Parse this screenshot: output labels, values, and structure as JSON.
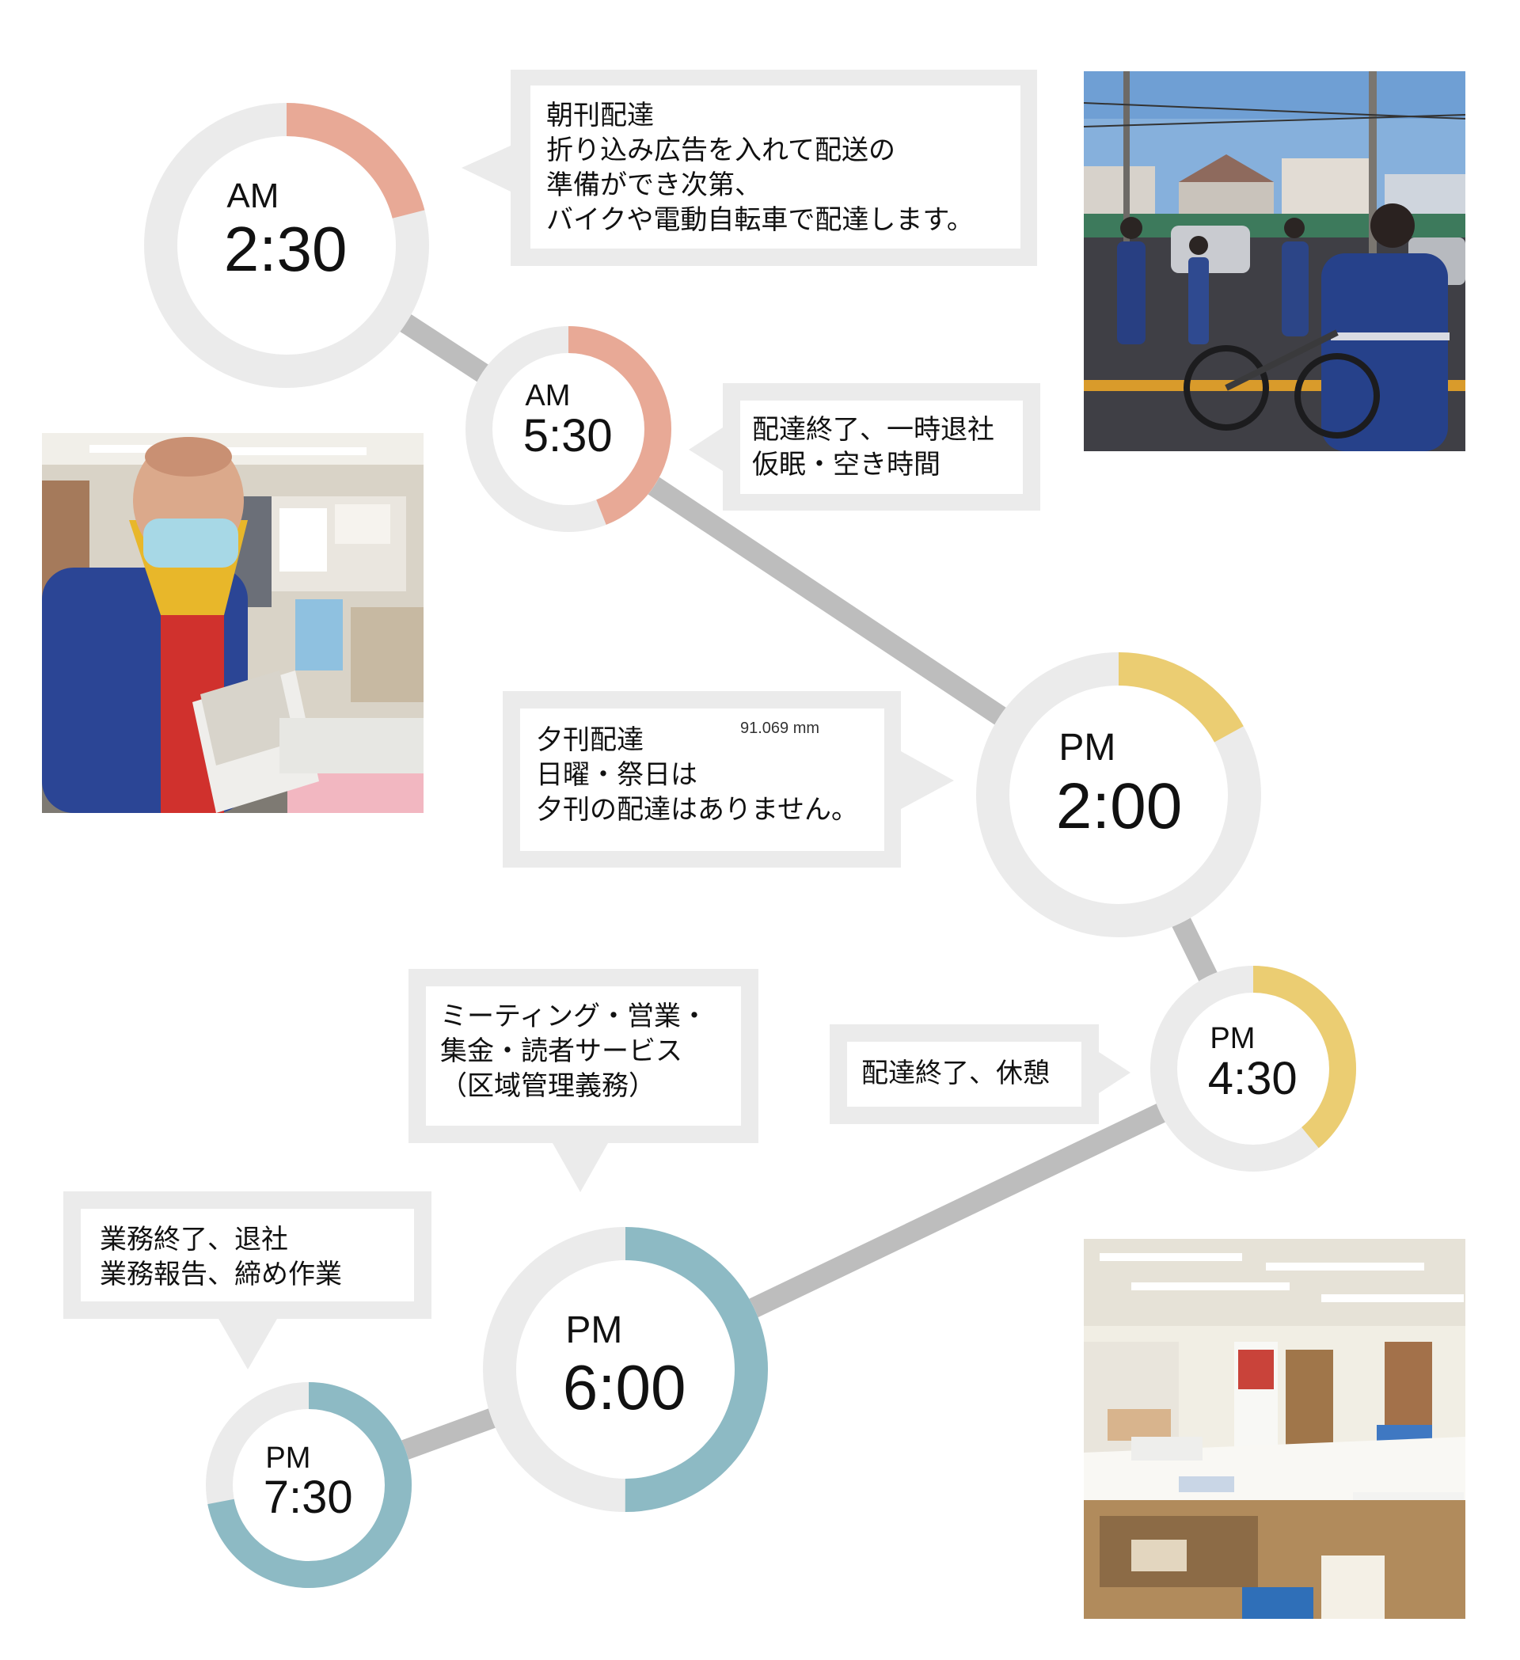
{
  "accent_colors": {
    "morning": "#e8a996",
    "afternoon": "#ebcd72",
    "evening": "#8dbac4",
    "ring_track": "#ebebeb",
    "connector": "#bdbdbd",
    "bubble_frame": "#ebebeb"
  },
  "timeline": [
    {
      "ampm": "AM",
      "time": "2:30",
      "progress": 0.21
    },
    {
      "ampm": "AM",
      "time": "5:30",
      "progress": 0.44
    },
    {
      "ampm": "PM",
      "time": "2:00",
      "progress": 0.17
    },
    {
      "ampm": "PM",
      "time": "4:30",
      "progress": 0.39
    },
    {
      "ampm": "PM",
      "time": "6:00",
      "progress": 0.5
    },
    {
      "ampm": "PM",
      "time": "7:30",
      "progress": 0.72
    }
  ],
  "notes": {
    "morning_delivery": "朝刊配達\n折り込み広告を入れて配送の\n準備ができ次第、\nバイクや電動自転車で配達します。",
    "morning_end": "配達終了、一時退社\n仮眠・空き時間",
    "evening_delivery": "夕刊配達\n日曜・祭日は\n夕刊の配達はありません。",
    "evening_end": "配達終了、休憩",
    "meeting": "ミーティング・営業・\n集金・読者サービス\n（区域管理義務）",
    "work_end": "業務終了、退社\n業務報告、締め作業"
  },
  "measurement": "91.069 mm",
  "photos": {
    "street": "delivery-staff-street-photo",
    "sorting": "staff-sorting-newspapers-photo",
    "office": "delivery-office-interior-photo"
  }
}
